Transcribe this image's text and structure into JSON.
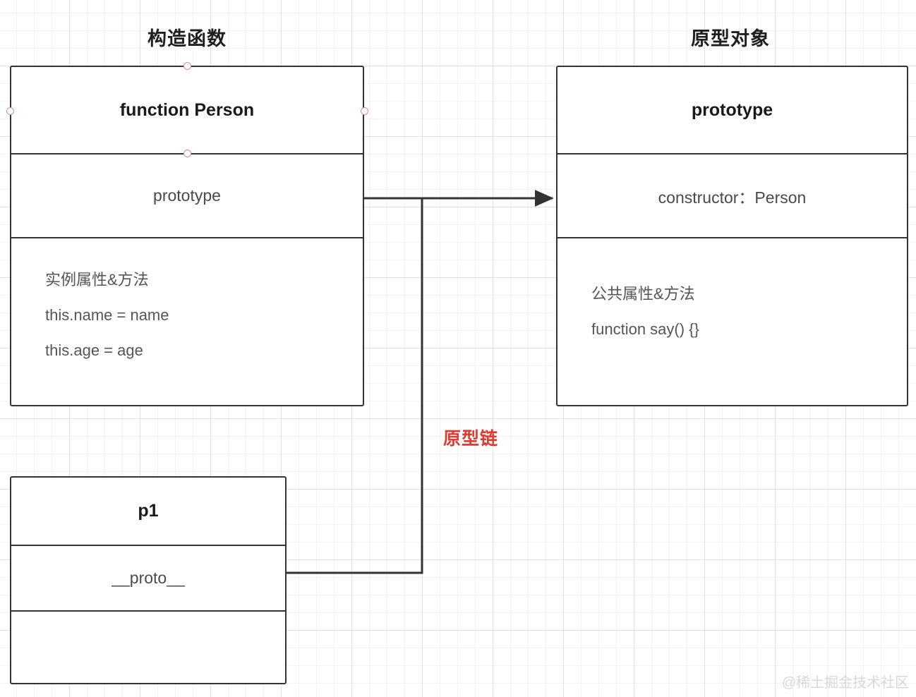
{
  "diagram": {
    "background": "#ffffff",
    "grid_color": "#f0f0f0",
    "stroke_color": "#333333",
    "accent_color": "#e03a2f",
    "handle_color": "#d98c9a",
    "watermark": "@稀土掘金技术社区"
  },
  "titles": {
    "constructor": "构造函数",
    "prototype": "原型对象"
  },
  "nodes": {
    "person": {
      "header": "function Person",
      "prototype_row": "prototype",
      "members": [
        "实例属性&方法",
        "this.name = name",
        "this.age = age"
      ]
    },
    "prototype_obj": {
      "header": "prototype",
      "constructor_row": "constructor：Person",
      "members": [
        "公共属性&方法",
        "function say() {}"
      ]
    },
    "p1": {
      "header": "p1",
      "proto_row": "__proto__",
      "empty_row": ""
    }
  },
  "edges": {
    "prototype_link_label": "原型链"
  }
}
